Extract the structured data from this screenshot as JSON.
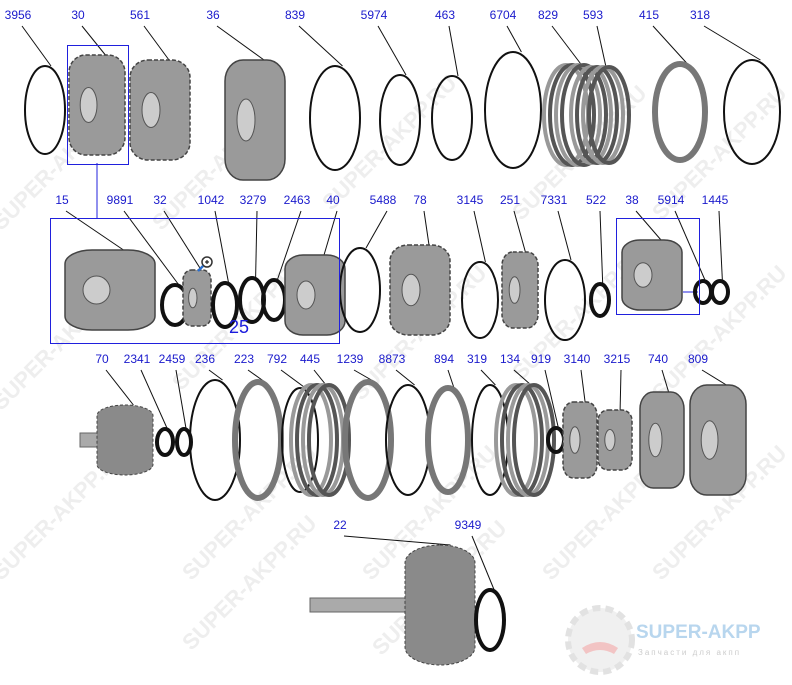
{
  "diagram": {
    "watermark": "SUPER-AKPP.RU",
    "assembly_label": "25",
    "logo": {
      "title": "SUPER-AKPP",
      "subtitle": "Запчасти для акпп"
    },
    "zoom_icon": "magnifier-plus-icon",
    "parts": [
      {
        "num": "3956",
        "shape": "ring"
      },
      {
        "num": "30",
        "shape": "gear-ring"
      },
      {
        "num": "561",
        "shape": "cage"
      },
      {
        "num": "36",
        "shape": "drum"
      },
      {
        "num": "839",
        "shape": "ring"
      },
      {
        "num": "5974",
        "shape": "spring-ring"
      },
      {
        "num": "463",
        "shape": "ring"
      },
      {
        "num": "6704",
        "shape": "ring"
      },
      {
        "num": "829",
        "shape": "plates"
      },
      {
        "num": "593",
        "shape": "plates"
      },
      {
        "num": "415",
        "shape": "plate"
      },
      {
        "num": "318",
        "shape": "ring"
      },
      {
        "num": "15",
        "shape": "carrier"
      },
      {
        "num": "9891",
        "shape": "washer"
      },
      {
        "num": "32",
        "shape": "gear"
      },
      {
        "num": "1042",
        "shape": "washer"
      },
      {
        "num": "3279",
        "shape": "washer"
      },
      {
        "num": "2463",
        "shape": "washer"
      },
      {
        "num": "40",
        "shape": "carrier"
      },
      {
        "num": "5488",
        "shape": "ring"
      },
      {
        "num": "78",
        "shape": "cage"
      },
      {
        "num": "3145",
        "shape": "ring"
      },
      {
        "num": "251",
        "shape": "gear"
      },
      {
        "num": "7331",
        "shape": "ring"
      },
      {
        "num": "522",
        "shape": "washer"
      },
      {
        "num": "38",
        "shape": "drum"
      },
      {
        "num": "5914",
        "shape": "washer"
      },
      {
        "num": "1445",
        "shape": "washer"
      },
      {
        "num": "70",
        "shape": "shaft-gear"
      },
      {
        "num": "2341",
        "shape": "washer"
      },
      {
        "num": "2459",
        "shape": "washer"
      },
      {
        "num": "236",
        "shape": "ring"
      },
      {
        "num": "223",
        "shape": "plate"
      },
      {
        "num": "792",
        "shape": "ring"
      },
      {
        "num": "445",
        "shape": "plates"
      },
      {
        "num": "1239",
        "shape": "plate"
      },
      {
        "num": "8873",
        "shape": "ring"
      },
      {
        "num": "894",
        "shape": "plate"
      },
      {
        "num": "319",
        "shape": "ring"
      },
      {
        "num": "134",
        "shape": "plates"
      },
      {
        "num": "919",
        "shape": "washer"
      },
      {
        "num": "3140",
        "shape": "gear"
      },
      {
        "num": "3215",
        "shape": "cage"
      },
      {
        "num": "740",
        "shape": "drum"
      },
      {
        "num": "809",
        "shape": "drum"
      },
      {
        "num": "22",
        "shape": "shaft-drum"
      },
      {
        "num": "9349",
        "shape": "washer"
      }
    ]
  }
}
